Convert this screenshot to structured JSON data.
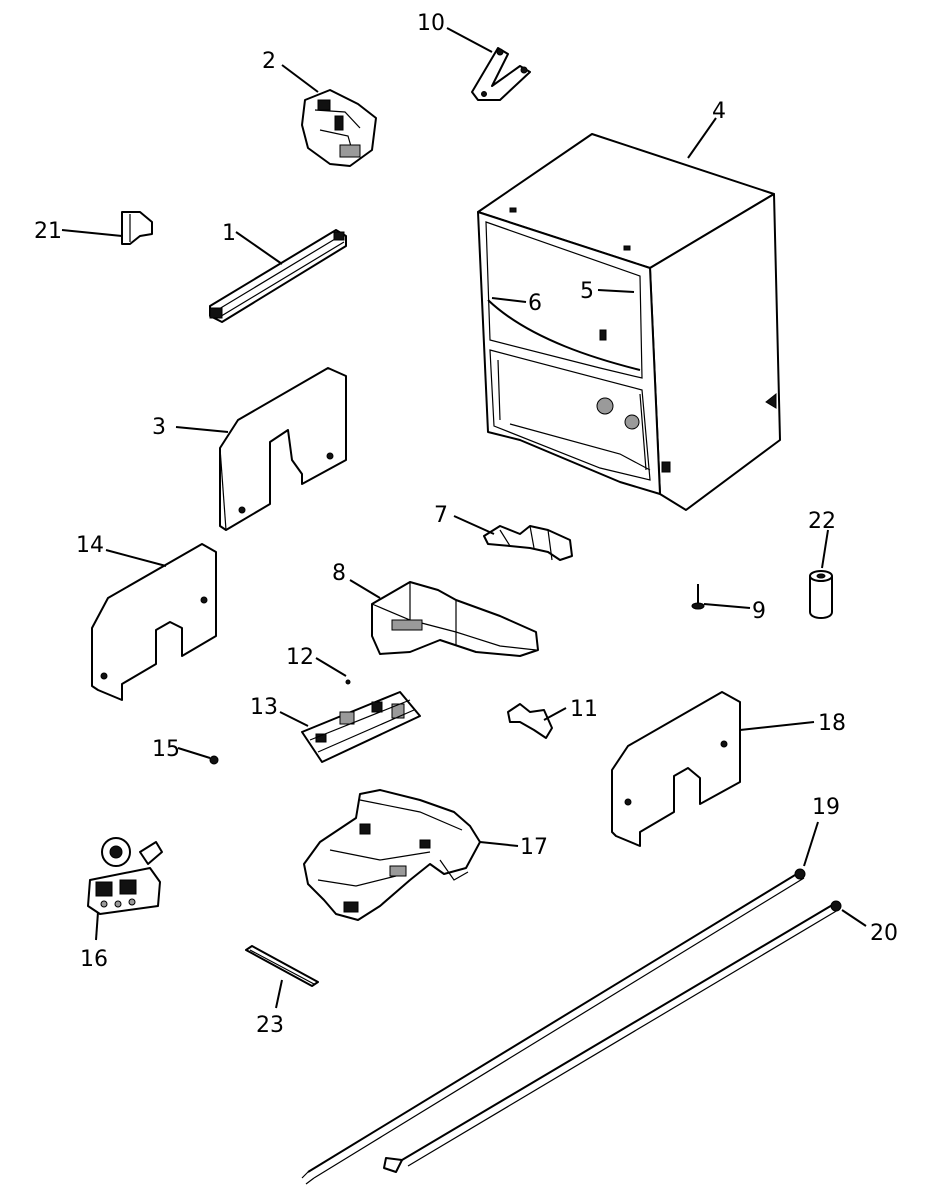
{
  "diagram": {
    "labels": {
      "p1": "1",
      "p2": "2",
      "p3": "3",
      "p4": "4",
      "p5": "5",
      "p6": "6",
      "p7": "7",
      "p8": "8",
      "p9": "9",
      "p10": "10",
      "p11": "11",
      "p12": "12",
      "p13": "13",
      "p14": "14",
      "p15": "15",
      "p16": "16",
      "p17": "17",
      "p18": "18",
      "p19": "19",
      "p20": "20",
      "p21": "21",
      "p22": "22",
      "p23": "23"
    }
  }
}
